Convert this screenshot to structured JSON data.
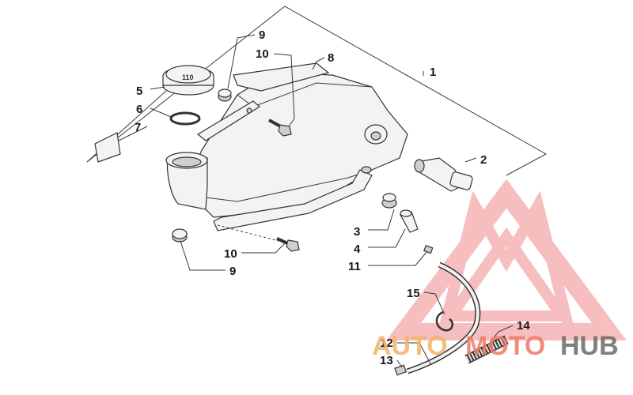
{
  "callouts": [
    {
      "id": "c1",
      "label": "1"
    },
    {
      "id": "c2",
      "label": "2"
    },
    {
      "id": "c3",
      "label": "3"
    },
    {
      "id": "c4",
      "label": "4"
    },
    {
      "id": "c5",
      "label": "5"
    },
    {
      "id": "c6",
      "label": "6"
    },
    {
      "id": "c7",
      "label": "7"
    },
    {
      "id": "c8",
      "label": "8"
    },
    {
      "id": "c9a",
      "label": "9"
    },
    {
      "id": "c9b",
      "label": "9"
    },
    {
      "id": "c10a",
      "label": "10"
    },
    {
      "id": "c10b",
      "label": "10"
    },
    {
      "id": "c11",
      "label": "11"
    },
    {
      "id": "c12",
      "label": "12"
    },
    {
      "id": "c13",
      "label": "13"
    },
    {
      "id": "c14",
      "label": "14"
    },
    {
      "id": "c15",
      "label": "15"
    }
  ],
  "watermark": {
    "part1": "AUTO",
    "part2": "MOTO",
    "part3": "HUB",
    "color_auto": "#f2b36b",
    "color_moto": "#f07a6a",
    "color_hub": "#6b6b6b",
    "triangle_color": "#f08a8a"
  },
  "cap_text": "110"
}
